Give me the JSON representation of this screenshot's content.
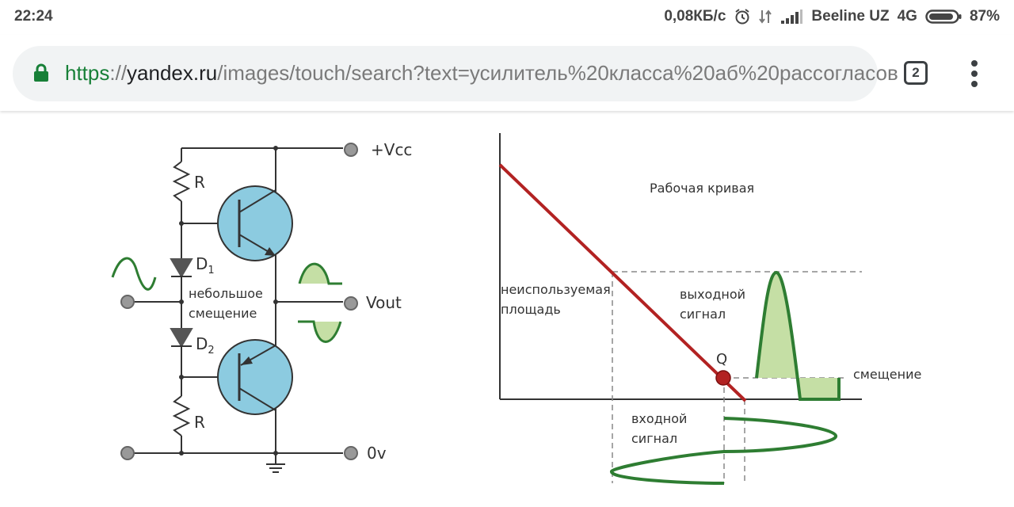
{
  "status_bar": {
    "time": "22:24",
    "speed": "0,08КБ/с",
    "carrier": "Beeline UZ",
    "network": "4G",
    "battery": "87%"
  },
  "browser": {
    "url_scheme": "https",
    "url_separator": "://",
    "url_host": "yandex.ru",
    "url_path": "/images/touch/search?text=усилитель%20класса%20аб%20рассогласов",
    "tab_count": "2"
  },
  "circuit": {
    "vcc_label": "+Vcc",
    "resistor_top_label": "R",
    "resistor_bottom_label": "R",
    "diode1_label": "D",
    "diode1_sub": "1",
    "diode2_label": "D",
    "diode2_sub": "2",
    "bias_label_line1": "небольшое",
    "bias_label_line2": "смещение",
    "vout_label": "Vout",
    "ground_label": "0v"
  },
  "graph": {
    "curve_label": "Рабочая кривая",
    "unused_label_line1": "неиспользуемая",
    "unused_label_line2": "площадь",
    "output_label_line1": "выходной",
    "output_label_line2": "сигнал",
    "q_label": "Q",
    "bias_label": "смещение",
    "input_label_line1": "входной",
    "input_label_line2": "сигнал"
  },
  "colors": {
    "transistor": "#8ccbe0",
    "load_line": "#b22222",
    "signal": "#2e7d32",
    "signal_fill": "#c5dfa5",
    "wire": "#333333",
    "lock": "#188038"
  }
}
